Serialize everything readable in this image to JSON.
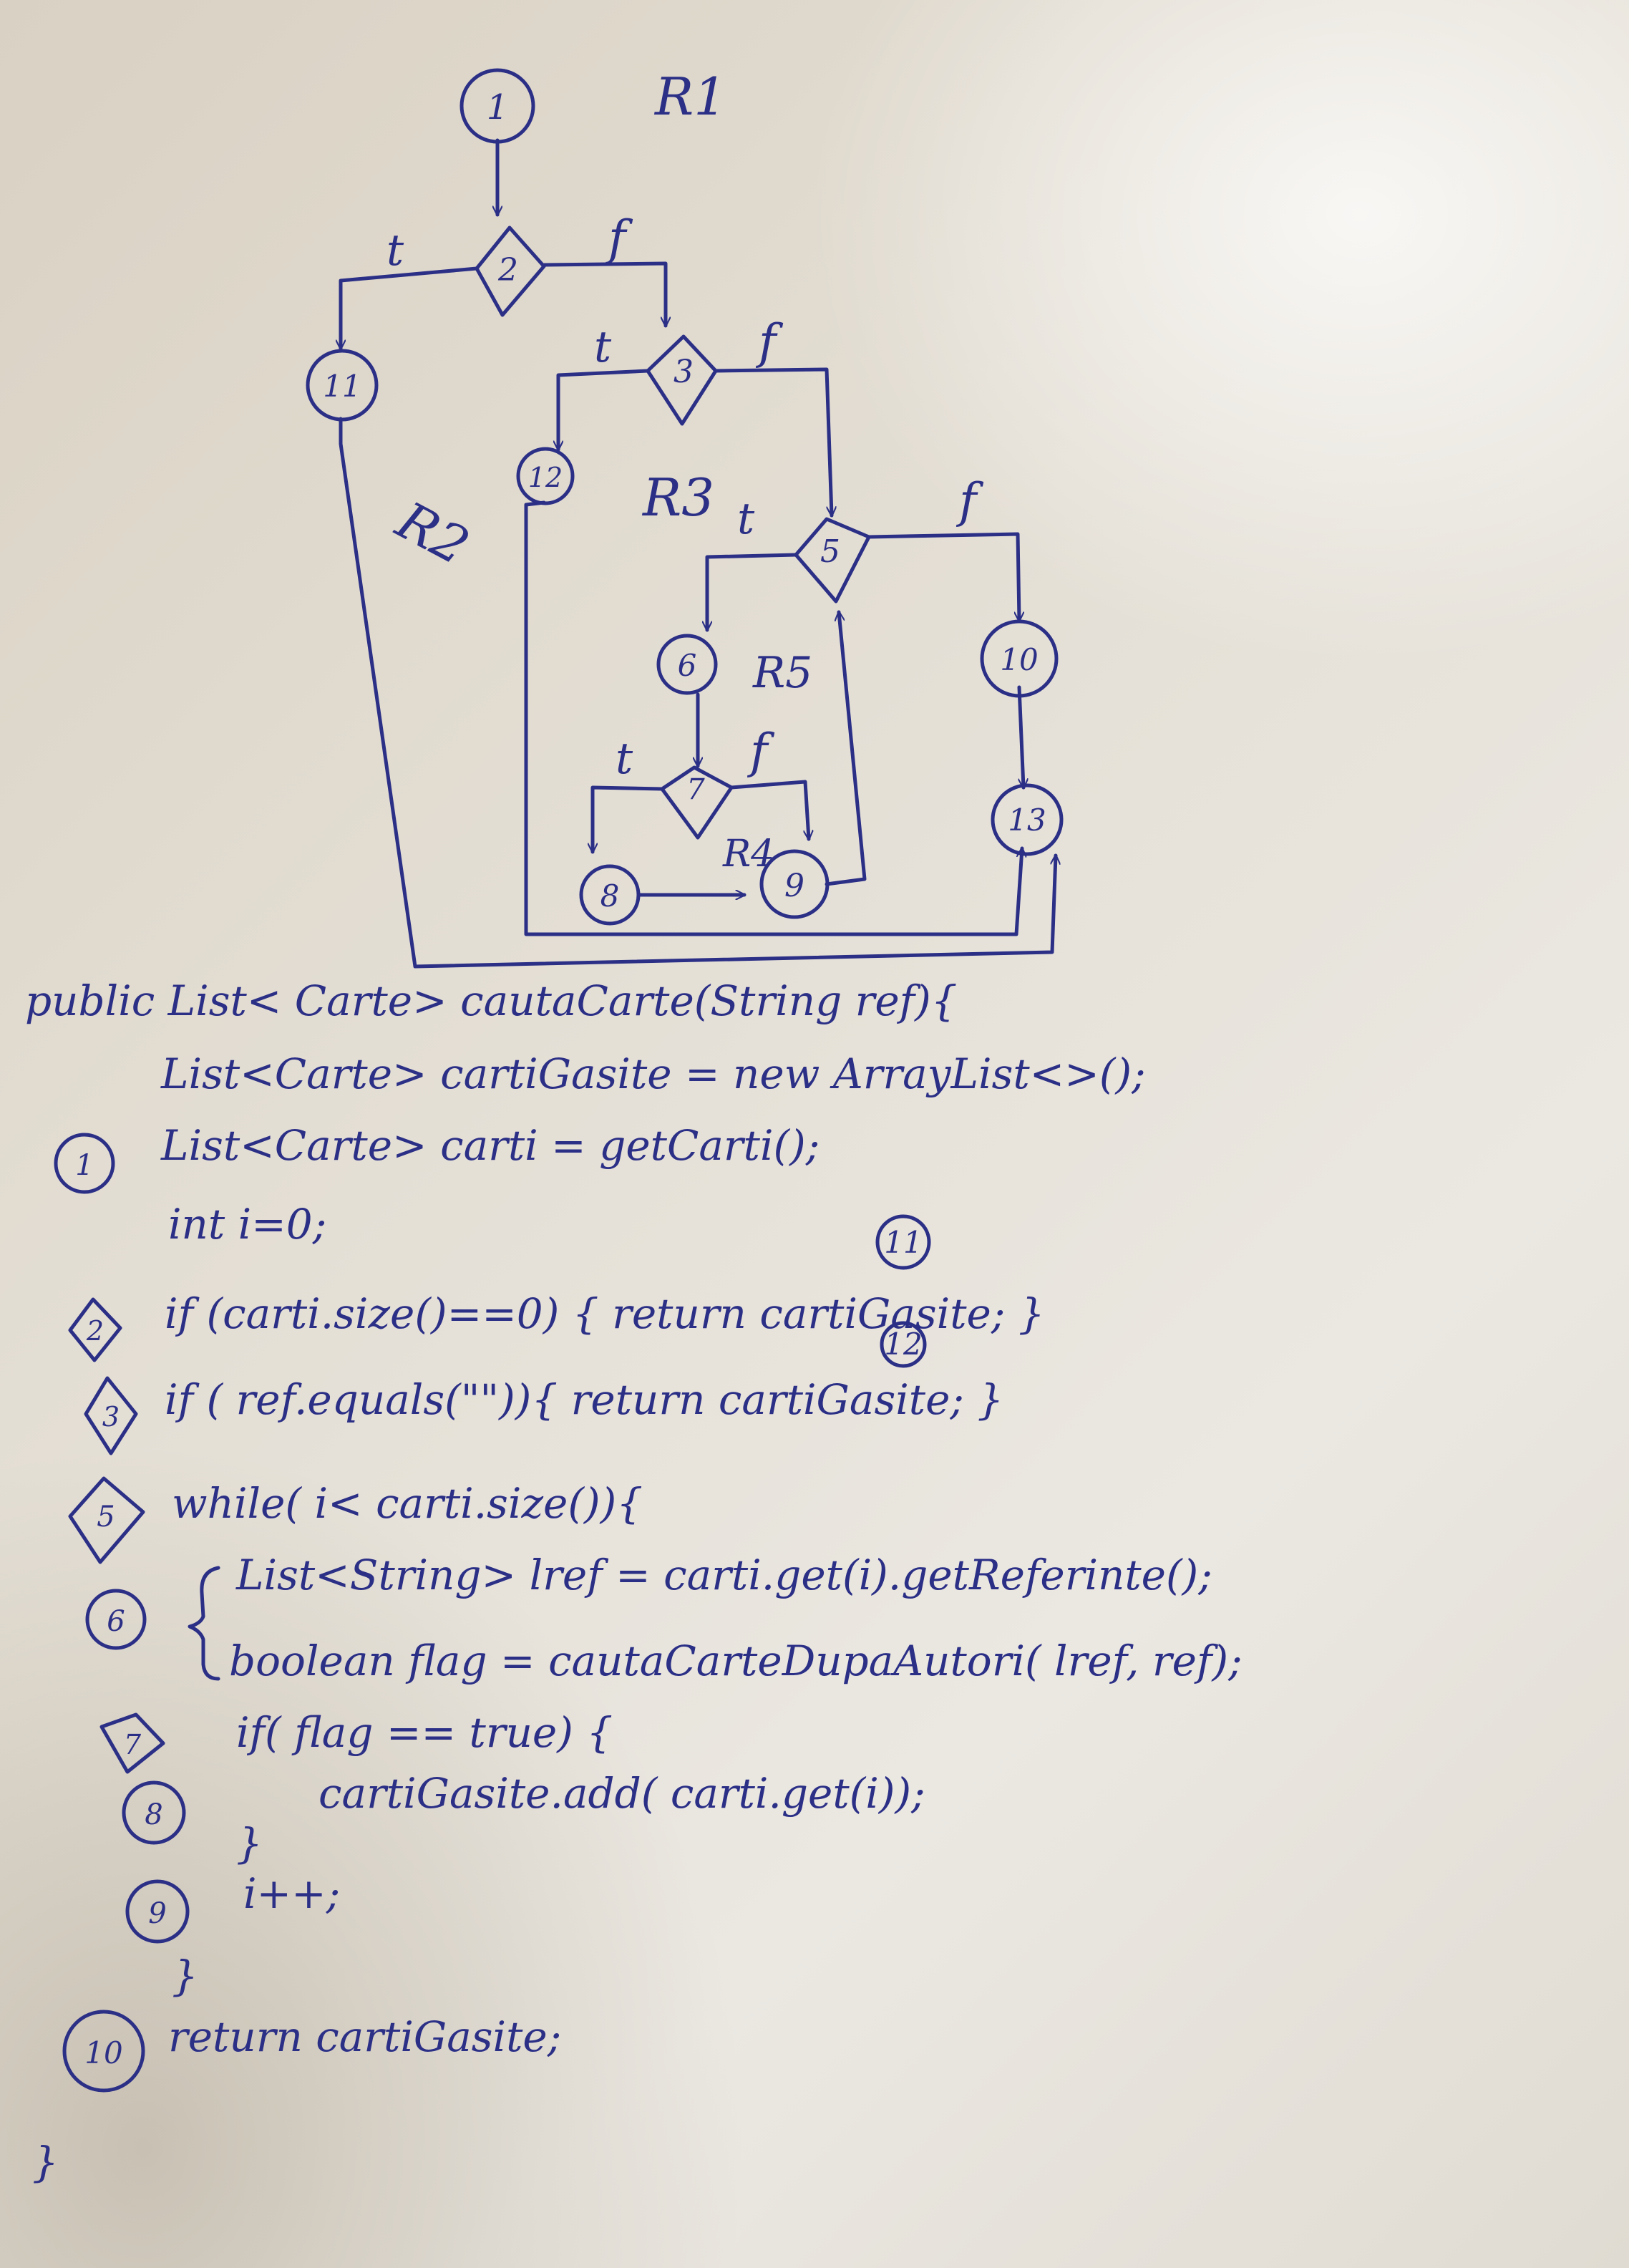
{
  "graph": {
    "nodes": [
      {
        "id": "1",
        "shape": "circle"
      },
      {
        "id": "2",
        "shape": "diamond"
      },
      {
        "id": "3",
        "shape": "diamond"
      },
      {
        "id": "5",
        "shape": "diamond"
      },
      {
        "id": "6",
        "shape": "circle"
      },
      {
        "id": "7",
        "shape": "diamond"
      },
      {
        "id": "8",
        "shape": "circle"
      },
      {
        "id": "9",
        "shape": "circle"
      },
      {
        "id": "10",
        "shape": "circle"
      },
      {
        "id": "11",
        "shape": "circle"
      },
      {
        "id": "12",
        "shape": "circle"
      },
      {
        "id": "13",
        "shape": "circle"
      }
    ],
    "edges": [
      {
        "from": "1",
        "to": "2",
        "label": ""
      },
      {
        "from": "2",
        "to": "11",
        "label": "t"
      },
      {
        "from": "2",
        "to": "3",
        "label": "f"
      },
      {
        "from": "3",
        "to": "12",
        "label": "t"
      },
      {
        "from": "3",
        "to": "5",
        "label": "f"
      },
      {
        "from": "5",
        "to": "6",
        "label": "t"
      },
      {
        "from": "5",
        "to": "10",
        "label": "f"
      },
      {
        "from": "6",
        "to": "7",
        "label": ""
      },
      {
        "from": "7",
        "to": "8",
        "label": "t"
      },
      {
        "from": "7",
        "to": "9",
        "label": "f"
      },
      {
        "from": "8",
        "to": "9",
        "label": ""
      },
      {
        "from": "9",
        "to": "5",
        "label": ""
      },
      {
        "from": "10",
        "to": "13",
        "label": ""
      },
      {
        "from": "11",
        "to": "13",
        "label": ""
      },
      {
        "from": "12",
        "to": "13",
        "label": ""
      }
    ],
    "regions": [
      "R1",
      "R2",
      "R3",
      "R4",
      "R5"
    ]
  },
  "code": {
    "lines": [
      {
        "marker": "",
        "marker_shape": "",
        "text": "public List< Carte> cautaCarte(String ref){"
      },
      {
        "marker": "",
        "marker_shape": "",
        "text": "List<Carte> cartiGasite = new ArrayList<>();"
      },
      {
        "marker": "1",
        "marker_shape": "circle",
        "text": "List<Carte> carti = getCarti();"
      },
      {
        "marker": "",
        "marker_shape": "",
        "text": "int i=0;"
      },
      {
        "marker": "2",
        "marker_shape": "diamond",
        "text": "if (carti.size()==0) { return cartiGasite; }"
      },
      {
        "marker": "3",
        "marker_shape": "diamond",
        "text": "if ( ref.equals(\"\")){ return cartiGasite; }"
      },
      {
        "marker": "5",
        "marker_shape": "diamond",
        "text": "while( i< carti.size()){"
      },
      {
        "marker": "6",
        "marker_shape": "circle",
        "text": "List<String> lref = carti.get(i).getReferinte();"
      },
      {
        "marker": "",
        "marker_shape": "",
        "text": "boolean flag = cautaCarteDupaAutori( lref, ref);"
      },
      {
        "marker": "7",
        "marker_shape": "diamond",
        "text": "if( flag == true) {"
      },
      {
        "marker": "8",
        "marker_shape": "circle",
        "text": "cartiGasite.add( carti.get(i));"
      },
      {
        "marker": "",
        "marker_shape": "",
        "text": "}"
      },
      {
        "marker": "9",
        "marker_shape": "circle",
        "text": "i++;"
      },
      {
        "marker": "",
        "marker_shape": "",
        "text": "}"
      },
      {
        "marker": "10",
        "marker_shape": "circle",
        "text": "return cartiGasite;"
      },
      {
        "marker": "",
        "marker_shape": "",
        "text": "}"
      }
    ],
    "inline_marks": [
      "11",
      "12"
    ]
  }
}
